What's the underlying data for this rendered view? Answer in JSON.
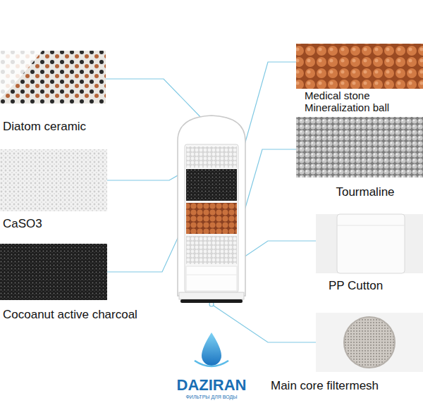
{
  "diagram": {
    "labels": [
      "Diatom ceramic",
      "Medical stone Mineralization ball",
      "Tourmaline",
      "CaSO3",
      "PP Cutton",
      "Cocoanut active charcoal",
      "Main core filtermesh",
      "DAZIRAN",
      "ФИЛЬТРЫ ДЛЯ ВОДЫ"
    ]
  }
}
